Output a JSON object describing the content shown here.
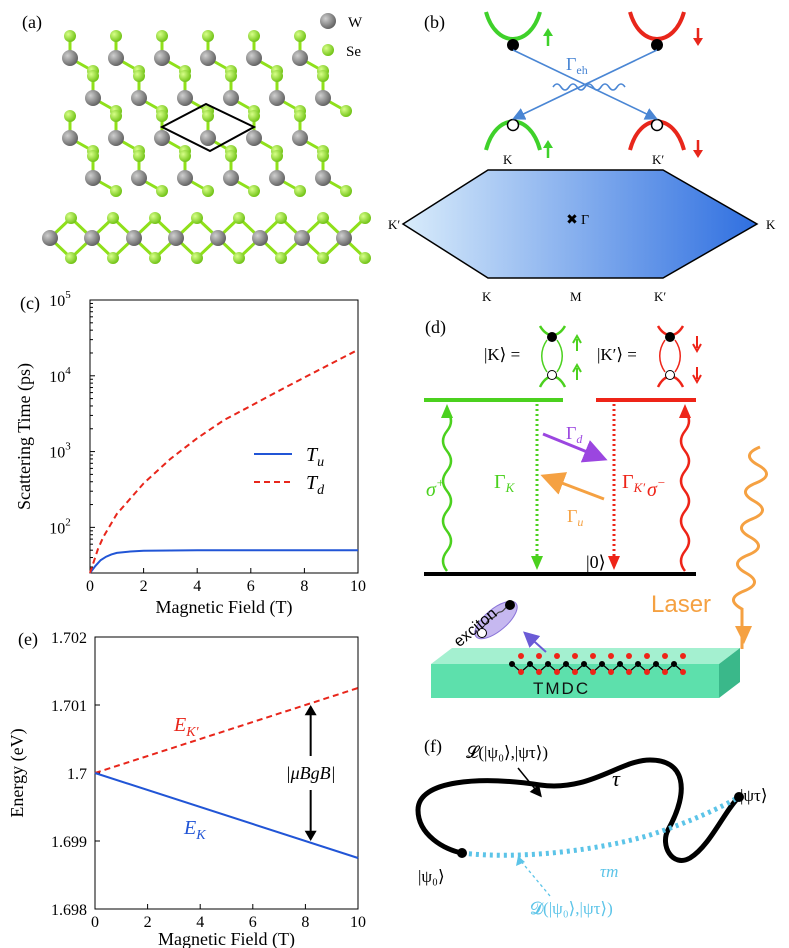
{
  "panel_labels": {
    "a": "(a)",
    "b": "(b)",
    "c": "(c)",
    "d": "(d)",
    "e": "(e)",
    "f": "(f)"
  },
  "panel_a": {
    "legend": [
      {
        "label": "W",
        "color": "#7d7d7d"
      },
      {
        "label": "Se",
        "color": "#8fe01a"
      }
    ]
  },
  "panel_b": {
    "coupling_label": "Γ",
    "coupling_sub": "eh",
    "valley_K": "K",
    "valley_Kp": "K′",
    "bz_points": {
      "left": "K′",
      "right": "K",
      "center": "Γ",
      "bottom_left": "K",
      "bottom_mid": "M",
      "bottom_right": "K′"
    },
    "colors": {
      "spin_up": "#3fd12a",
      "spin_down": "#e8261b",
      "coupling": "#4a86d4"
    }
  },
  "panel_d": {
    "ket_K": "|K⟩ =",
    "ket_Kp": "|K′⟩ =",
    "ground": "|0⟩",
    "sigma_plus": "σ",
    "sigma_plus_sup": "+",
    "sigma_minus": "σ",
    "sigma_minus_sup": "−",
    "gamma_K": "Γ",
    "gamma_K_sub": "K",
    "gamma_Kp": "Γ",
    "gamma_Kp_sub": "K′",
    "gamma_d": "Γ",
    "gamma_d_sub": "d",
    "gamma_u": "Γ",
    "gamma_u_sub": "u",
    "laser": "Laser",
    "exciton": "exciton",
    "material": "TMDC",
    "colors": {
      "green": "#4bd11e",
      "red": "#ee2418",
      "purple": "#9b46e0",
      "orange": "#f5a142",
      "slab": "#5de0ac"
    }
  },
  "panel_f": {
    "path_label": "𝓛(|ψ₀⟩,|ψτ⟩)",
    "tau": "τ",
    "tau_m": "τm",
    "start": "|ψ₀⟩",
    "end": "|ψτ⟩",
    "distance_label": "𝓓(|ψ₀⟩,|ψτ⟩)",
    "colors": {
      "path": "#000000",
      "geodesic": "#5cc4e8"
    }
  },
  "chart_data": [
    {
      "id": "c",
      "type": "line",
      "xlabel": "Magnetic Field (T)",
      "ylabel": "Scattering Time (ps)",
      "xlim": [
        0,
        10
      ],
      "ylim": [
        25,
        100000
      ],
      "yscale": "log",
      "xticks": [
        "0",
        "2",
        "4",
        "6",
        "8",
        "10"
      ],
      "yticks": [
        {
          "base": "10",
          "exp": "2",
          "value": 100
        },
        {
          "base": "10",
          "exp": "3",
          "value": 1000
        },
        {
          "base": "10",
          "exp": "4",
          "value": 10000
        },
        {
          "base": "10",
          "exp": "5",
          "value": 100000
        }
      ],
      "legend_position": "right",
      "series": [
        {
          "name": "T",
          "sub": "u",
          "color": "#2155d6",
          "dash": false,
          "x": [
            0,
            0.2,
            0.4,
            0.6,
            0.8,
            1,
            1.5,
            2,
            3,
            4,
            6,
            8,
            10
          ],
          "y": [
            25,
            31,
            37,
            41,
            44,
            46,
            48,
            49,
            49.5,
            49.8,
            50,
            50,
            50
          ]
        },
        {
          "name": "T",
          "sub": "d",
          "color": "#e8261b",
          "dash": true,
          "x": [
            0,
            0.1,
            0.3,
            0.5,
            1,
            2,
            3,
            4,
            5,
            6,
            7,
            8,
            9,
            10
          ],
          "y": [
            25,
            32,
            52,
            75,
            150,
            380,
            800,
            1500,
            2600,
            4000,
            6200,
            9500,
            14500,
            22000
          ]
        }
      ]
    },
    {
      "id": "e",
      "type": "line",
      "xlabel": "Magnetic Field (T)",
      "ylabel": "Energy (eV)",
      "xlim": [
        0,
        10
      ],
      "ylim": [
        1.698,
        1.702
      ],
      "xticks": [
        "0",
        "2",
        "4",
        "6",
        "8",
        "10"
      ],
      "yticks": [
        "1.698",
        "1.699",
        "1.7",
        "1.701",
        "1.702"
      ],
      "annotation": "|μBgB|",
      "series": [
        {
          "name": "E",
          "sub": "K′",
          "color": "#e8261b",
          "dash": true,
          "x": [
            0,
            10
          ],
          "y": [
            1.7,
            1.70125
          ]
        },
        {
          "name": "E",
          "sub": "K",
          "color": "#2155d6",
          "dash": false,
          "x": [
            0,
            10
          ],
          "y": [
            1.7,
            1.69875
          ]
        }
      ]
    }
  ]
}
